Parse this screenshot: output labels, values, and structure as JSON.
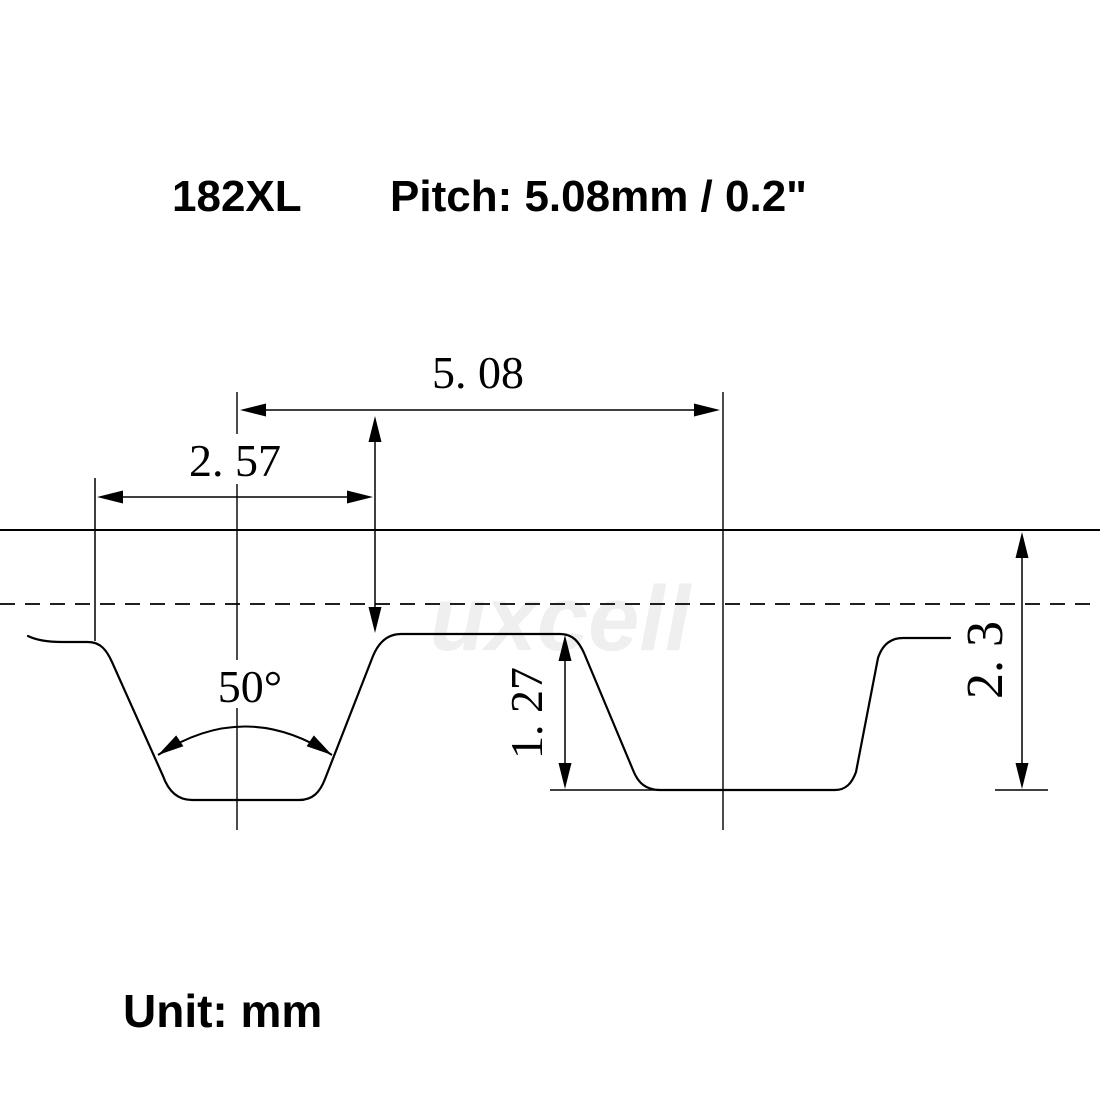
{
  "title": {
    "model": "182XL",
    "pitch": "Pitch: 5.08mm / 0.2\""
  },
  "unit_label": "Unit: mm",
  "watermark": "uxcell",
  "diagram": {
    "subject": "XL timing belt tooth profile cross-section with dimensions",
    "dimensions": {
      "pitch_mm": "5. 08",
      "tooth_width_mm": "2. 57",
      "tooth_angle": "50°",
      "tooth_depth_mm": "1. 27",
      "belt_thickness_mm": "2. 3"
    },
    "line_color": "#000000",
    "background_color": "#ffffff"
  }
}
